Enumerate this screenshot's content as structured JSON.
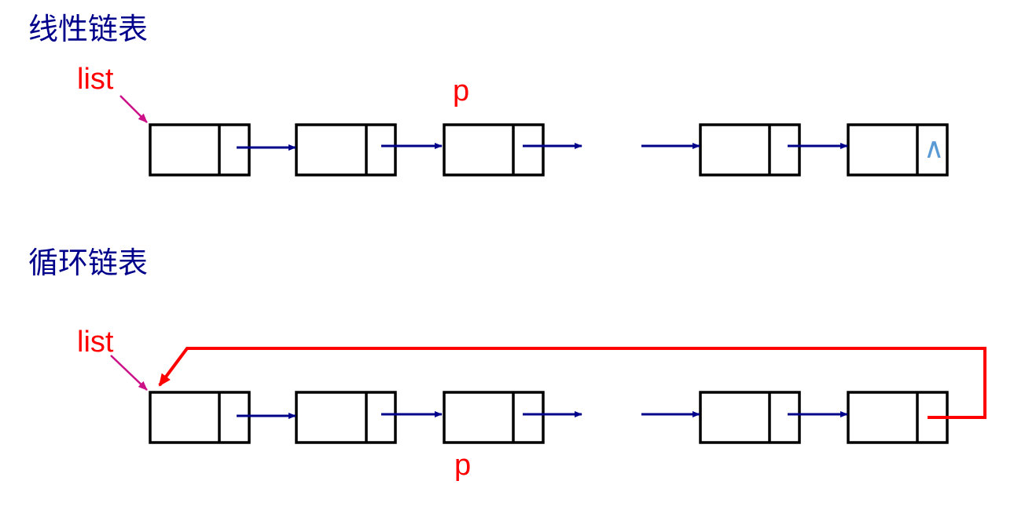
{
  "linear": {
    "title": "线性链表",
    "head_label": "list",
    "cursor_label": "p",
    "tail_null_symbol": "∧"
  },
  "circular": {
    "title": "循环链表",
    "head_label": "list",
    "cursor_label": "p"
  },
  "colors": {
    "title": "#00008b",
    "pointer_label": "#ff0000",
    "link_arrow": "#00008b",
    "head_arrow": "#cc1188",
    "loop_arrow": "#ff0000",
    "null_symbol": "#5b9bd5"
  }
}
